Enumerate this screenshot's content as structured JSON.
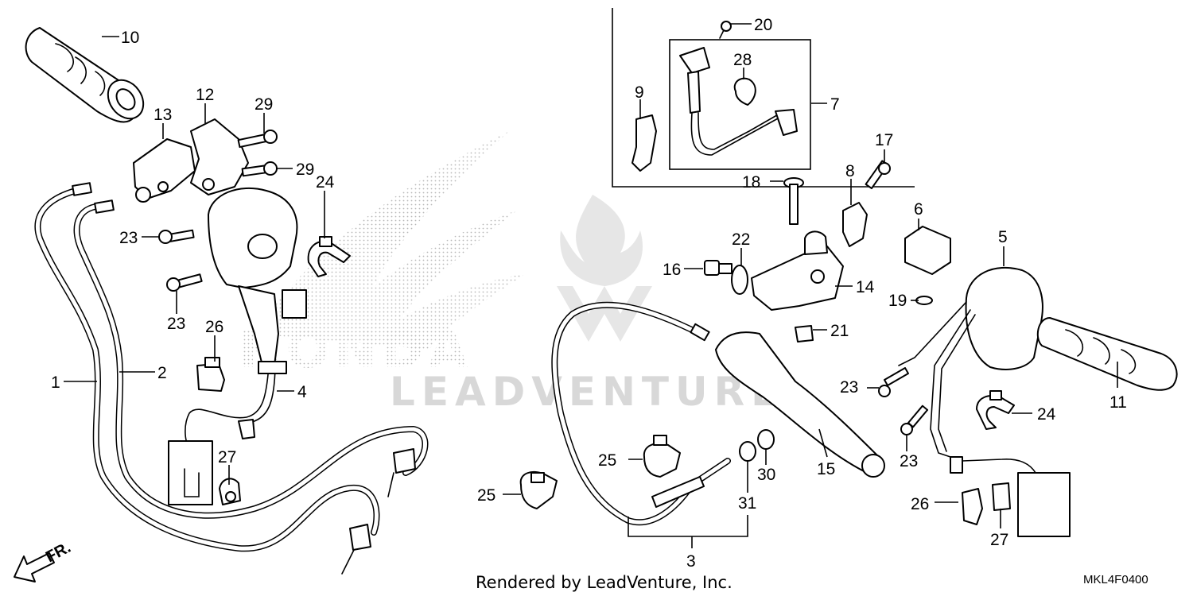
{
  "diagram": {
    "part_numbers": {
      "n1": "1",
      "n2": "2",
      "n3": "3",
      "n4": "4",
      "n5": "5",
      "n6": "6",
      "n7": "7",
      "n8": "8",
      "n9": "9",
      "n10": "10",
      "n11": "11",
      "n12": "12",
      "n13": "13",
      "n14": "14",
      "n15": "15",
      "n16": "16",
      "n17": "17",
      "n18": "18",
      "n19": "19",
      "n20": "20",
      "n21": "21",
      "n22": "22",
      "n23a": "23",
      "n23b": "23",
      "n23c": "23",
      "n23d": "23",
      "n24a": "24",
      "n24b": "24",
      "n25a": "25",
      "n25b": "25",
      "n26a": "26",
      "n26b": "26",
      "n27a": "27",
      "n27b": "27",
      "n28": "28",
      "n29a": "29",
      "n29b": "29",
      "n30": "30",
      "n31": "31"
    },
    "direction_label": "FR.",
    "watermark_brand": "HONDA",
    "watermark_text": "LEADVENTURE"
  },
  "footer": {
    "credit": "Rendered by LeadVenture, Inc.",
    "diagram_code": "MKL4F0400"
  }
}
